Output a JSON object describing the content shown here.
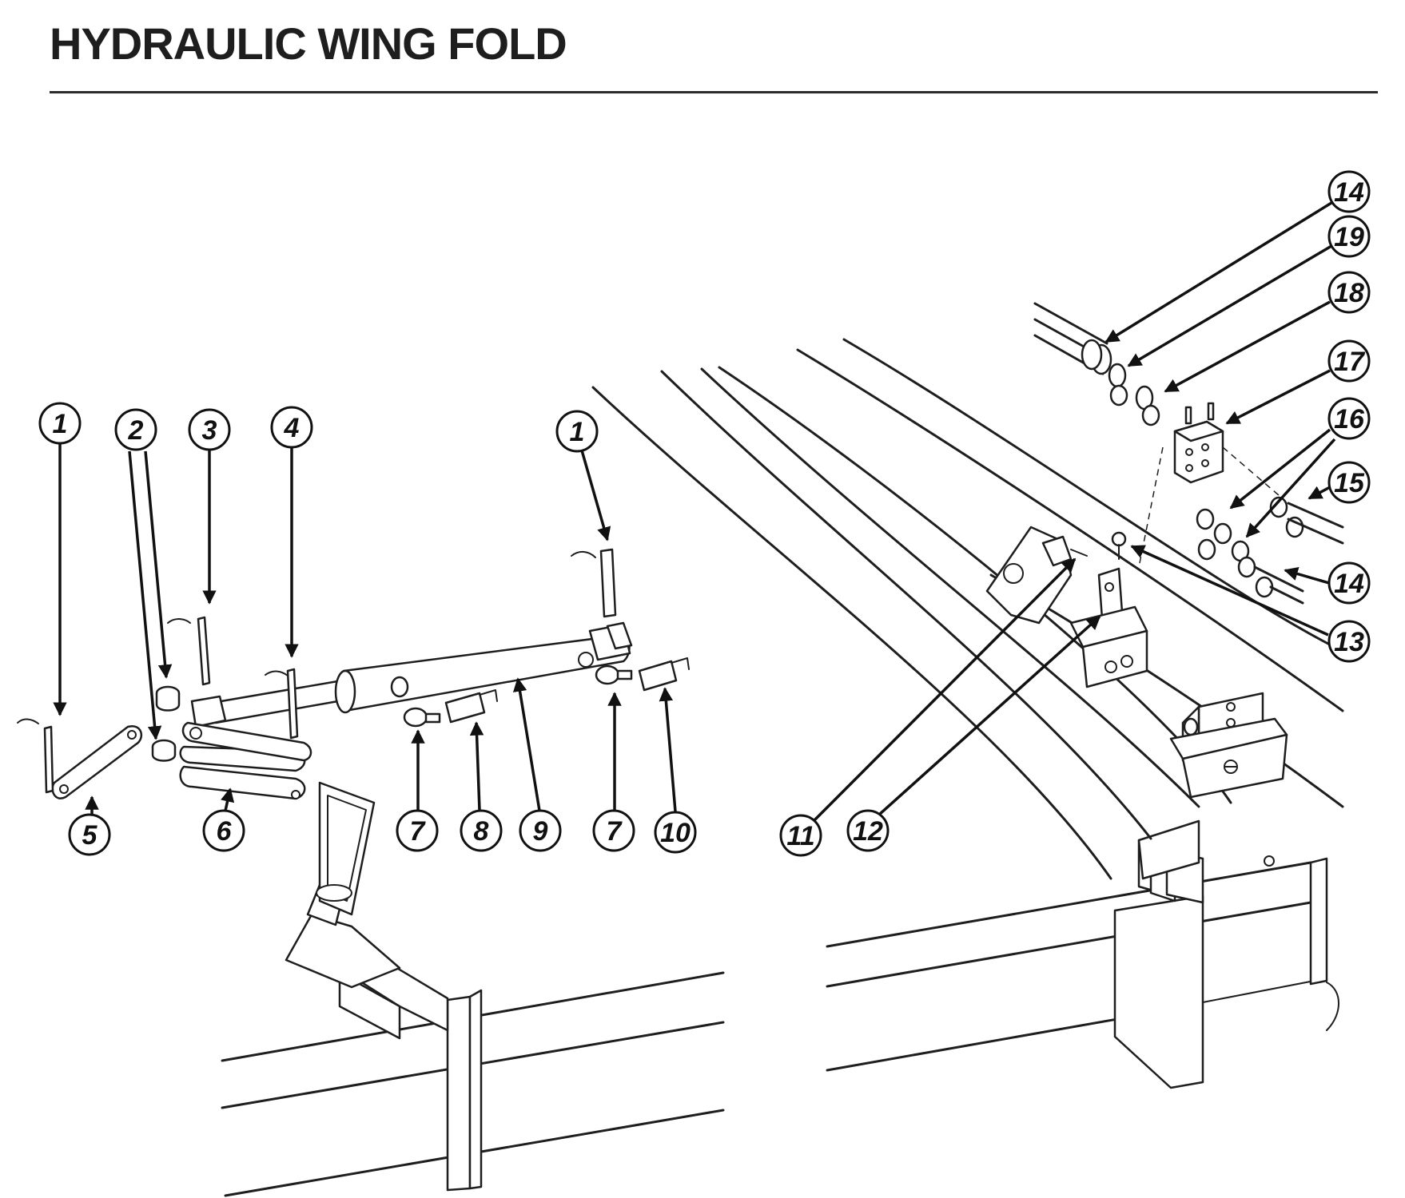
{
  "title": "HYDRAULIC WING FOLD",
  "callouts": [
    {
      "id": "c1a",
      "label": "1"
    },
    {
      "id": "c2",
      "label": "2"
    },
    {
      "id": "c3",
      "label": "3"
    },
    {
      "id": "c4",
      "label": "4"
    },
    {
      "id": "c1b",
      "label": "1"
    },
    {
      "id": "c5",
      "label": "5"
    },
    {
      "id": "c6",
      "label": "6"
    },
    {
      "id": "c7a",
      "label": "7"
    },
    {
      "id": "c8",
      "label": "8"
    },
    {
      "id": "c9",
      "label": "9"
    },
    {
      "id": "c7b",
      "label": "7"
    },
    {
      "id": "c10",
      "label": "10"
    },
    {
      "id": "c11",
      "label": "11"
    },
    {
      "id": "c12",
      "label": "12"
    },
    {
      "id": "c13",
      "label": "13"
    },
    {
      "id": "c14a",
      "label": "14"
    },
    {
      "id": "c14b",
      "label": "14"
    },
    {
      "id": "c15",
      "label": "15"
    },
    {
      "id": "c16",
      "label": "16"
    },
    {
      "id": "c17",
      "label": "17"
    },
    {
      "id": "c18",
      "label": "18"
    },
    {
      "id": "c19",
      "label": "19"
    }
  ]
}
